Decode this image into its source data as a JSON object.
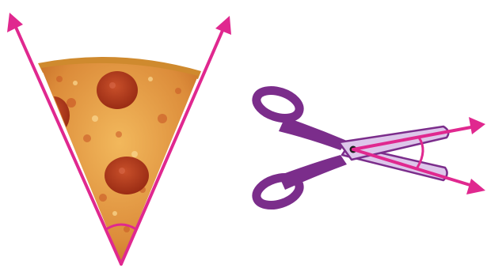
{
  "figures": [
    {
      "subject": "pizza-slice",
      "angle_kind": "acute"
    },
    {
      "subject": "scissors",
      "angle_kind": "acute"
    }
  ],
  "colors": {
    "ray": "#e0288f",
    "crust": "#cf8a2e",
    "cheese": "#e8a347",
    "sauce": "#c4491f",
    "pepperoni": "#b23a1c",
    "scissor_handle": "#7b2d8b",
    "scissor_blade": "#ddc6ea",
    "pivot": "#1e1e1e"
  },
  "icons": {
    "pizza": "pizza-slice-icon",
    "scissors": "scissors-icon",
    "arrow": "arrow-head-icon"
  }
}
